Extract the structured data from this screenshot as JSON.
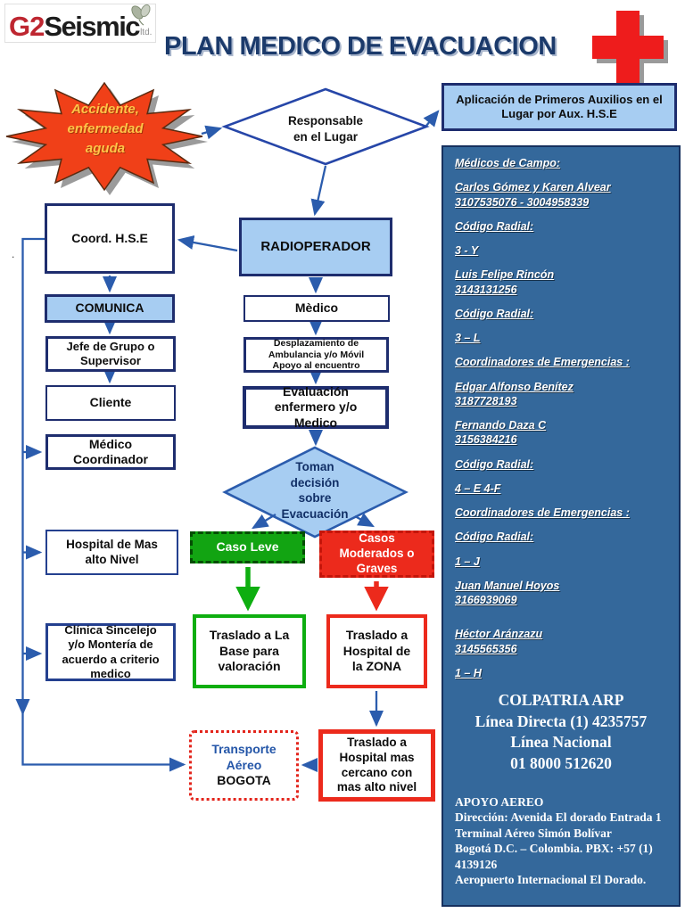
{
  "header": {
    "logo": {
      "g2": "G2",
      "seismic": "Seismic",
      "ltd": "ltd."
    },
    "title": "PLAN MEDICO DE EVACUACION"
  },
  "flow": {
    "starburst_text": "Accidente,\nenfermedad\naguda",
    "nodes": {
      "responsable": "Responsable\nen el Lugar",
      "aplicacion": "Aplicación de Primeros Auxilios en el\nLugar  por Aux. H.S.E",
      "coord_hse": "Coord. H.S.E",
      "radioperador": "RADIOPERADOR",
      "comunica": "COMUNICA",
      "medico": "Mèdico",
      "jefe": "Jefe de Grupo o\nSupervisor",
      "cliente": "Cliente",
      "medico_coordinador": "Médico\nCoordinador",
      "desplazamiento": "Desplazamiento de\nAmbulancia y/o Móvil\nApoyo al encuentro",
      "evaluacion": "Evaluación\nenfermero y/o\nMedico",
      "toman_decision": "Toman\ndecisión\nsobre\nEvacuación",
      "caso_leve": "Caso Leve",
      "casos_moderados": "Casos\nModerados o\nGraves",
      "hospital_alto_nivel": "Hospital de Mas\nalto Nivel",
      "clinica": "Clínica Sincelejo\ny/o Montería de\nacuerdo a criterio\nmedico",
      "traslado_base": "Traslado a La\nBase para\nvaloración",
      "traslado_zona": "Traslado a\nHospital de\nla ZONA",
      "transporte_linea1": "Transporte",
      "transporte_linea2": "Aéreo",
      "transporte_linea3": "BOGOTA",
      "traslado_cercano": "Traslado a\nHospital mas\ncercano con\nmas alto nivel"
    },
    "stray_dot": "."
  },
  "sidebar": {
    "contacts": [
      "Médicos de Campo:",
      "Carlos Gómez y Karen Alvear\n3107535076 - 3004958339",
      "Código Radial:",
      "3 - Y",
      "Luis Felipe Rincón\n3143131256",
      "Código Radial:",
      "3 – L",
      "Coordinadores de Emergencias :",
      "Edgar Alfonso Benítez\n3187728193",
      "Fernando Daza C\n3156384216",
      "Código Radial:",
      "4 – E  4-F",
      "Coordinadores de Emergencias :",
      "Código Radial:",
      "1 – J",
      "Juan Manuel Hoyos\n3166939069",
      "Héctor Aránzazu\n3145565356",
      "1 – H"
    ],
    "colpatria": "COLPATRIA ARP\nLínea Directa (1) 4235757\nLínea Nacional\n01 8000 512620",
    "apoyo": "APOYO AEREO\nDirección: Avenida El dorado Entrada 1\nTerminal Aéreo Simón Bolívar\nBogotá D.C. – Colombia. PBX: +57 (1)\n4139126\nAeropuerto Internacional El Dorado."
  },
  "colors": {
    "navy_border": "#1e2d6e",
    "arrow_blue": "#2b5cad",
    "light_blue_fill": "#A7CDF2",
    "sidebar_blue": "#34689B",
    "green_fill": "#12A412",
    "green_border": "#0EAE10",
    "red": "#EC2A1C",
    "starburst_orange": "#F04018",
    "star_text_yellow": "#FFC448",
    "title_navy": "#1B3A6B",
    "logo_red": "#BE2630"
  }
}
